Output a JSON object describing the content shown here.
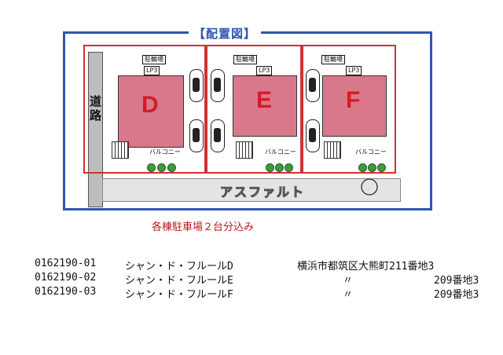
{
  "map": {
    "title": "【配置図】",
    "road_label": "道路",
    "asphalt_label": "アスファルト",
    "buildings": [
      {
        "letter": "D",
        "parking_tag": "駐輪場",
        "balcony": "バルコニー",
        "lp_tag": "LP3"
      },
      {
        "letter": "E",
        "parking_tag": "駐輪場",
        "balcony": "バルコニー",
        "lp_tag": "LP3"
      },
      {
        "letter": "F",
        "parking_tag": "駐輪場",
        "balcony": "バルコニー",
        "lp_tag": "LP3"
      }
    ],
    "colors": {
      "frame": "#2f55b3",
      "lot_border": "#d23131",
      "building": "#d9788a",
      "letter": "#d61a28"
    }
  },
  "note": "各棟駐車場２台分込み",
  "rows": [
    {
      "code": "0162190-01",
      "name": "シャン・ド・フルールD",
      "address": "横浜市都筑区大熊町211番地3"
    },
    {
      "code": "0162190-02",
      "name": "シャン・ド・フルールE",
      "address_mark": "〃",
      "address": "209番地3"
    },
    {
      "code": "0162190-03",
      "name": "シャン・ド・フルールF",
      "address_mark": "〃",
      "address": "209番地3"
    }
  ]
}
